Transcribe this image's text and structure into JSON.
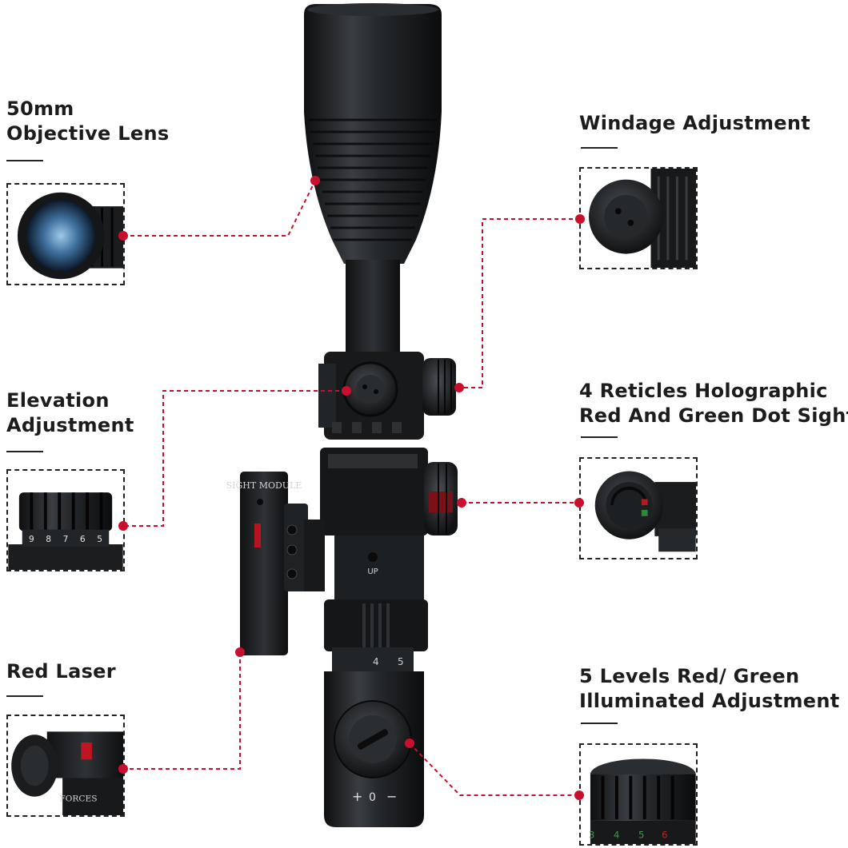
{
  "callouts": {
    "objective": {
      "line1": "50mm",
      "line2": "Objective Lens"
    },
    "windage": {
      "line1": "Windage Adjustment"
    },
    "elevation": {
      "line1": "Elevation",
      "line2": "Adjustment"
    },
    "reticles": {
      "line1": "4 Reticles Holographic",
      "line2": "Red And Green Dot Sight"
    },
    "laser": {
      "line1": "Red Laser"
    },
    "illumination": {
      "line1": "5 Levels Red/ Green",
      "line2": "Illuminated Adjustment"
    }
  },
  "markings": {
    "laser_body": "SIGHT MODULE",
    "up_arrow": "UP",
    "magnification_4": "4",
    "magnification_5": "5",
    "illum_plus": "+",
    "illum_zero": "0",
    "illum_minus": "−",
    "elev_scale": [
      "9",
      "8",
      "7",
      "6",
      "5"
    ],
    "illum_scale": [
      "3",
      "4",
      "5",
      "6"
    ],
    "laser_brand": "FORCES"
  },
  "colors": {
    "callout_red": "#c8102e",
    "scope_black": "#1b1d1f",
    "scope_highlight": "#3c4044",
    "frame_border": "#222222"
  }
}
